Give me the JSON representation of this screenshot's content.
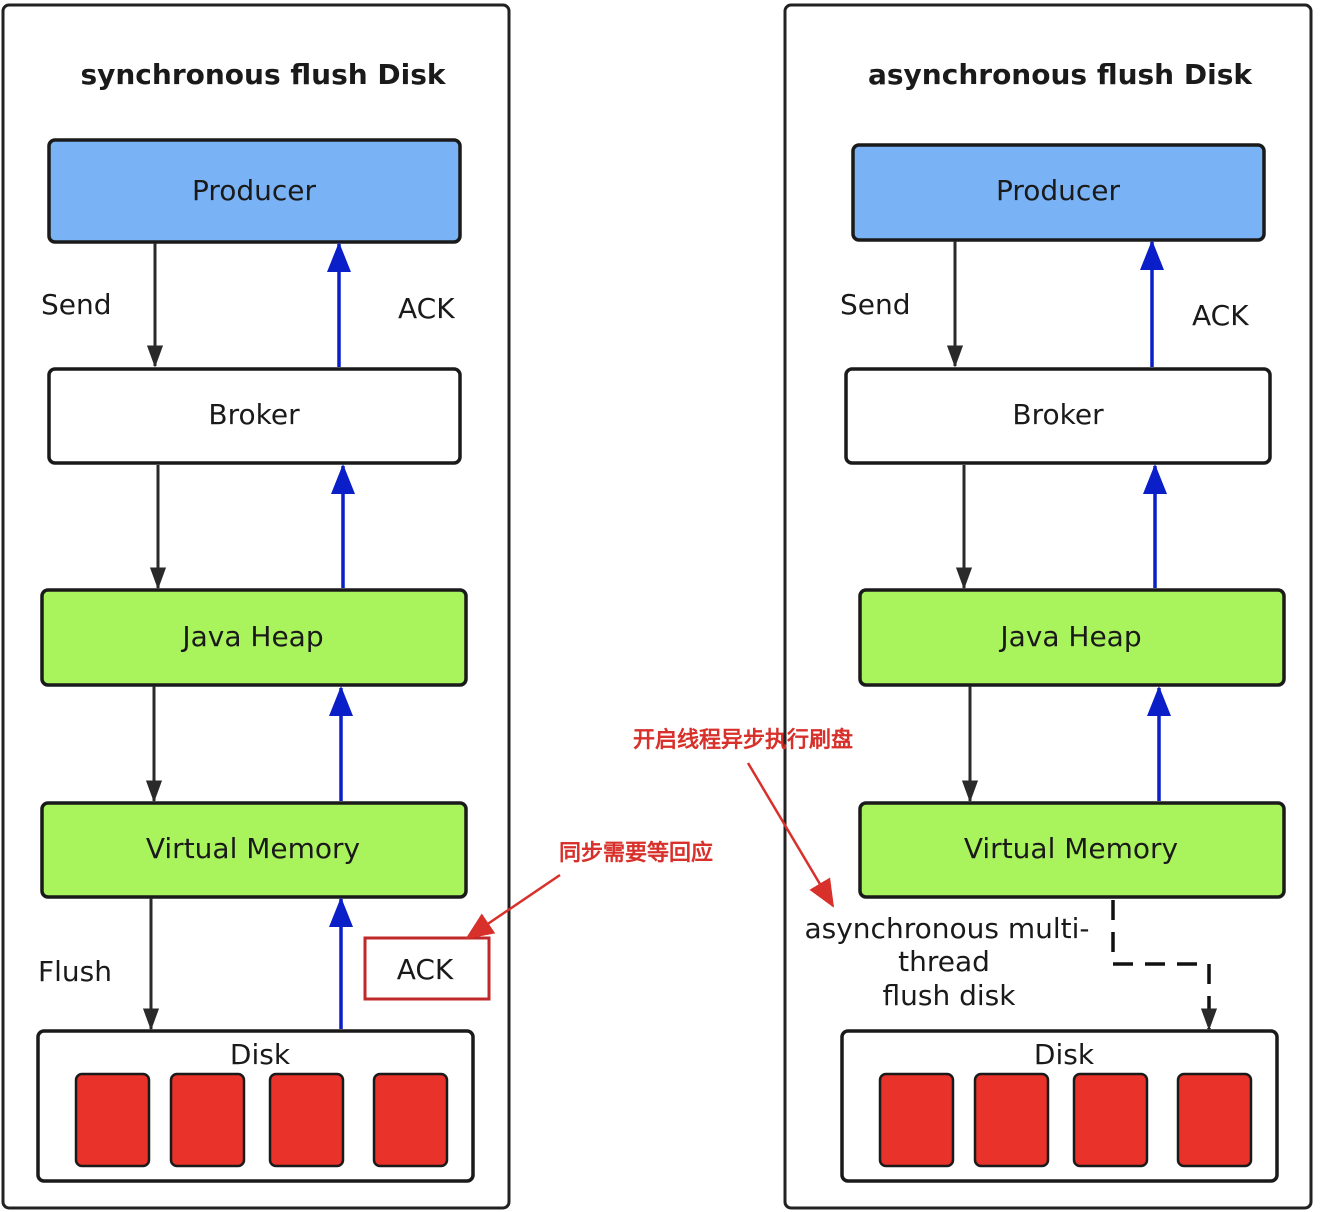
{
  "colors": {
    "producer": "#7ab3f5",
    "broker": "#ffffff",
    "memory": "#a9f35c",
    "disk_block": "#e8322a",
    "ack_arrow": "#0a1fc8",
    "send_arrow": "#2a2a2a",
    "annotation": "#d8302a"
  },
  "sync": {
    "title": "synchronous flush Disk",
    "producer": "Producer",
    "send": "Send",
    "ack_top": "ACK",
    "broker": "Broker",
    "java_heap": "Java Heap",
    "virtual_memory": "Virtual Memory",
    "flush": "Flush",
    "ack_bottom": "ACK",
    "disk": "Disk"
  },
  "async": {
    "title": "asynchronous flush Disk",
    "producer": "Producer",
    "send": "Send",
    "ack_top": "ACK",
    "broker": "Broker",
    "java_heap": "Java Heap",
    "virtual_memory": "Virtual Memory",
    "note_lines": [
      "asynchronous multi-",
      "thread",
      "flush disk"
    ],
    "disk": "Disk"
  },
  "annotations": {
    "sync_note": "同步需要等回应",
    "async_note": "开启线程异步执行刷盘"
  }
}
